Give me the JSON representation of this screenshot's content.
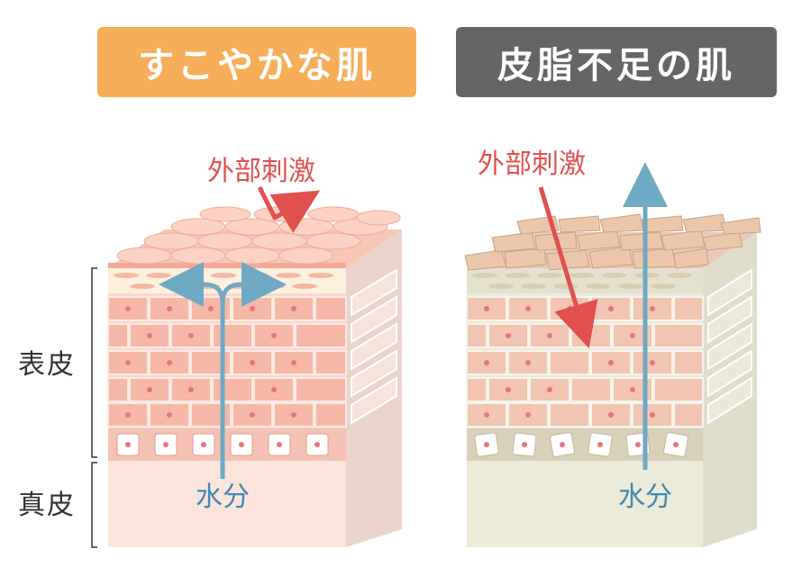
{
  "titles": {
    "healthy": "すこやかな肌",
    "dry": "皮脂不足の肌"
  },
  "layers": {
    "epidermis": "表皮",
    "dermis": "真皮"
  },
  "labels": {
    "stimulus": "外部刺激",
    "moisture": "水分"
  },
  "colors": {
    "healthy_header": "#f7ae5a",
    "dry_header": "#656565",
    "arrow_red": "#e0514e",
    "arrow_blue": "#6fa9c4",
    "text_red": "#e0514e",
    "text_blue": "#3f88b5"
  }
}
